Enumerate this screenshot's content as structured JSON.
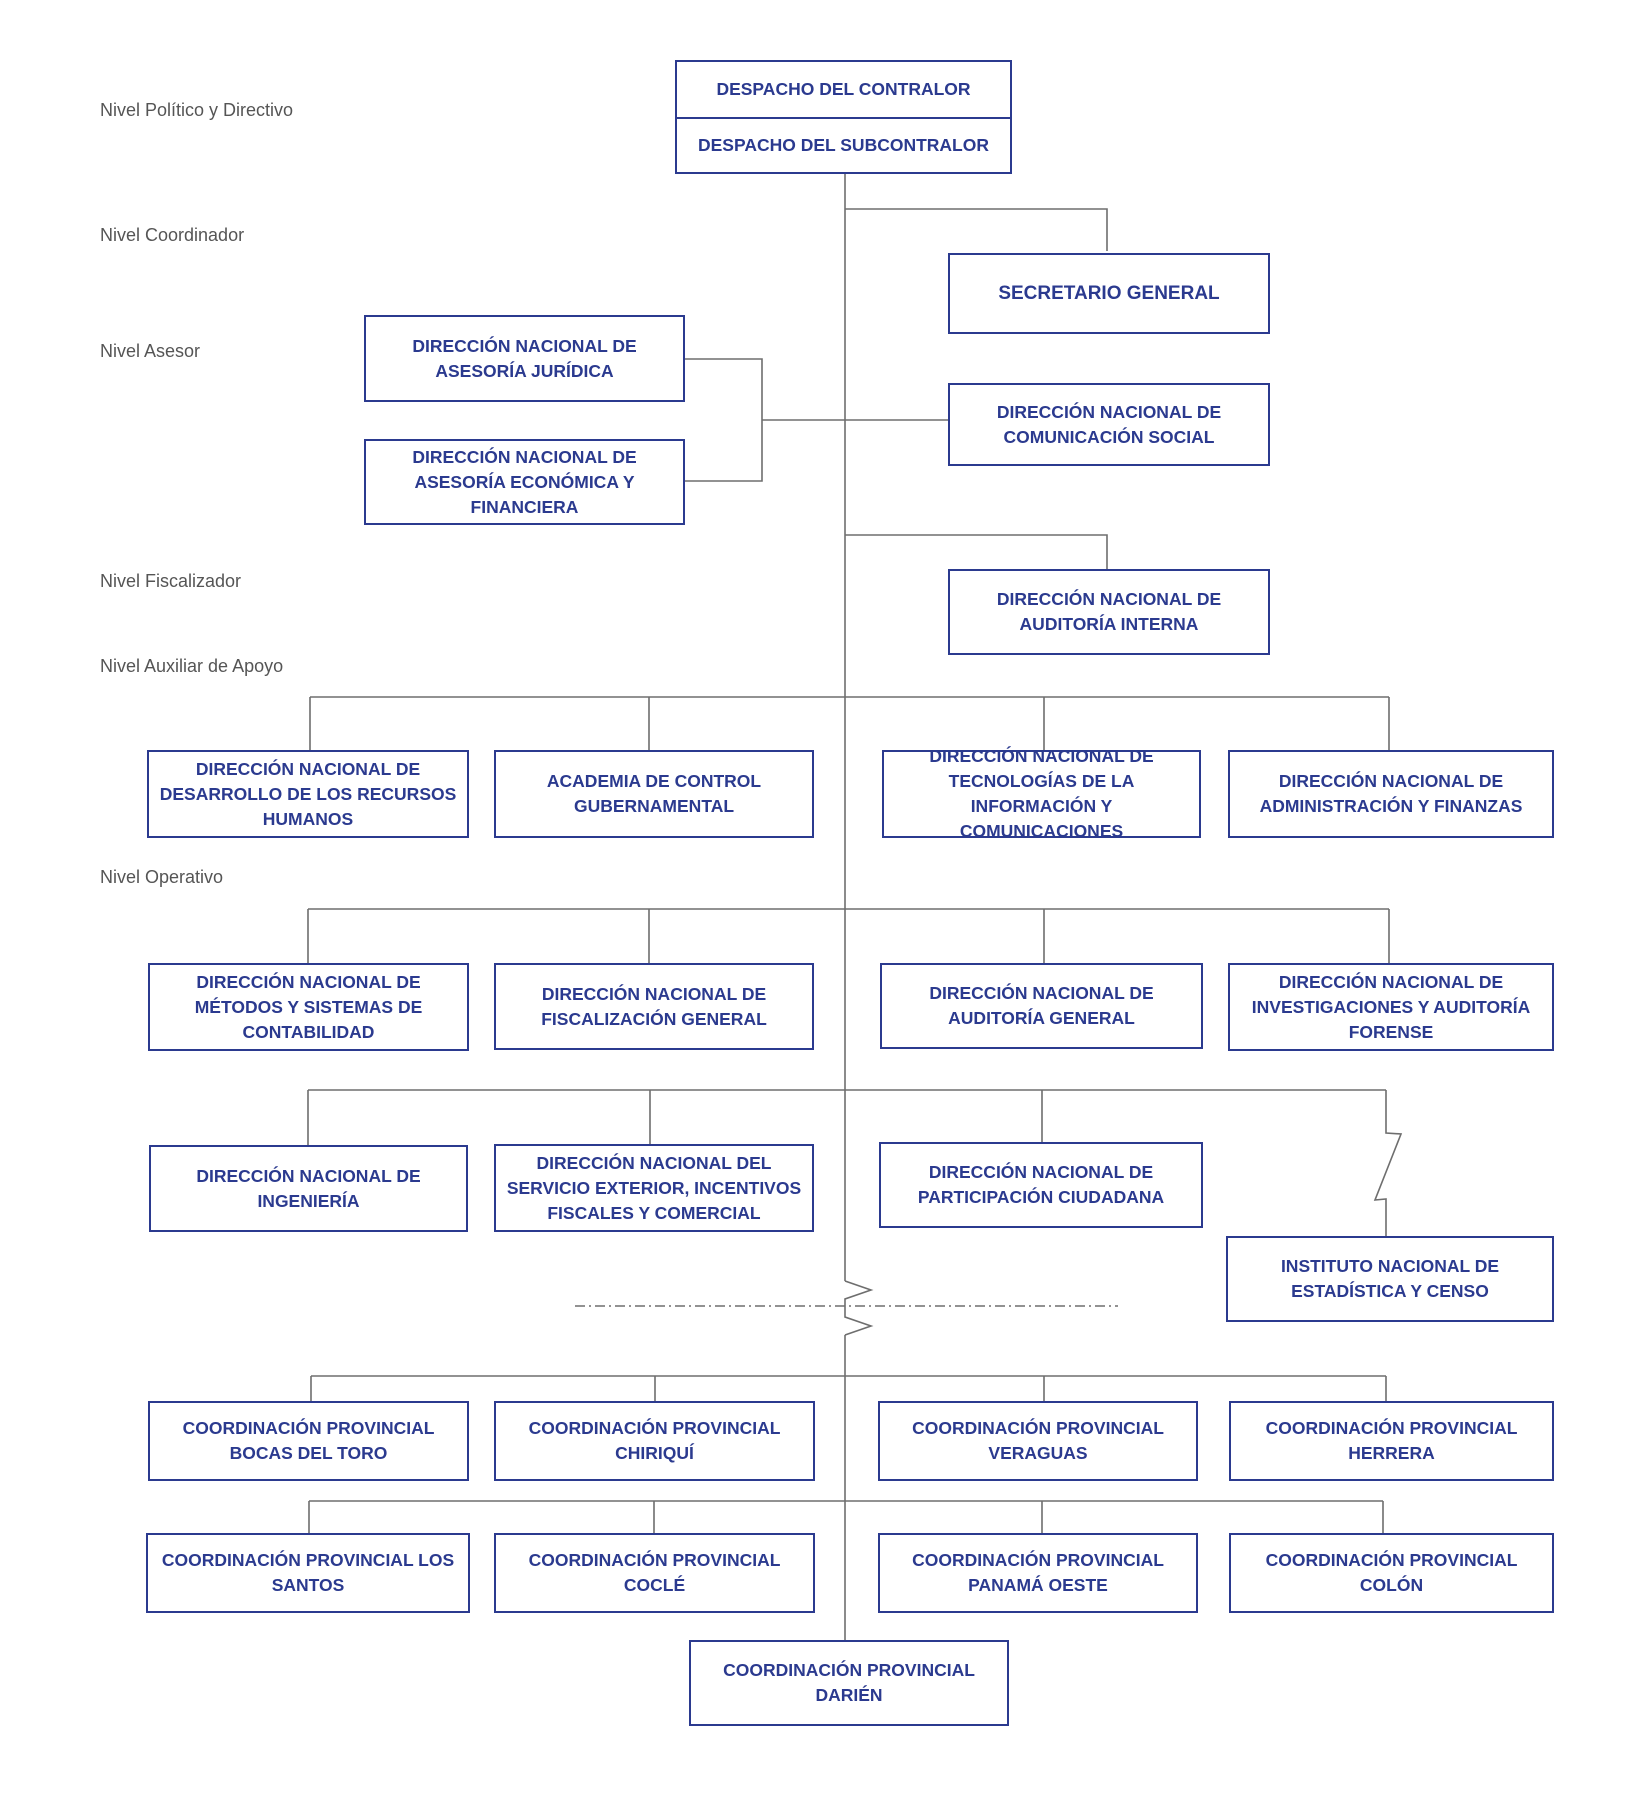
{
  "colors": {
    "box_border": "#2b3a8f",
    "box_text": "#2b3a8f",
    "connector": "#6e6e6e",
    "level_label": "#555555"
  },
  "levels": {
    "politico": "Nivel Político y Directivo",
    "coordinador": "Nivel Coordinador",
    "asesor": "Nivel Asesor",
    "fiscalizador": "Nivel Fiscalizador",
    "auxiliar": "Nivel Auxiliar de Apoyo",
    "operativo": "Nivel Operativo"
  },
  "nodes": {
    "contralor": "DESPACHO DEL CONTRALOR",
    "subcontralor": "DESPACHO DEL SUBCONTRALOR",
    "secretario": "SECRETARIO GENERAL",
    "asesoria_juridica": "DIRECCIÓN NACIONAL DE ASESORÍA JURÍDICA",
    "asesoria_economica": "DIRECCIÓN NACIONAL DE ASESORÍA ECONÓMICA Y FINANCIERA",
    "comunicacion": "DIRECCIÓN NACIONAL DE COMUNICACIÓN SOCIAL",
    "auditoria_interna": "DIRECCIÓN NACIONAL DE AUDITORÍA INTERNA",
    "rrhh": "DIRECCIÓN NACIONAL DE DESARROLLO DE LOS RECURSOS HUMANOS",
    "academia": "ACADEMIA DE CONTROL GUBERNAMENTAL",
    "tic": "DIRECCIÓN NACIONAL DE TECNOLOGÍAS DE LA INFORMACIÓN Y COMUNICACIONES",
    "admin_finanzas": "DIRECCIÓN NACIONAL DE ADMINISTRACIÓN Y FINANZAS",
    "metodos": "DIRECCIÓN NACIONAL DE MÉTODOS Y SISTEMAS DE CONTABILIDAD",
    "fiscalizacion": "DIRECCIÓN NACIONAL DE FISCALIZACIÓN GENERAL",
    "auditoria_general": "DIRECCIÓN NACIONAL DE AUDITORÍA GENERAL",
    "investigaciones": "DIRECCIÓN NACIONAL DE INVESTIGACIONES Y AUDITORÍA FORENSE",
    "ingenieria": "DIRECCIÓN NACIONAL DE INGENIERÍA",
    "servicio_exterior": "DIRECCIÓN NACIONAL DEL SERVICIO EXTERIOR, INCENTIVOS FISCALES Y COMERCIAL",
    "participacion": "DIRECCIÓN NACIONAL DE PARTICIPACIÓN CIUDADANA",
    "inec": "INSTITUTO NACIONAL DE ESTADÍSTICA Y CENSO",
    "bocas": "COORDINACIÓN PROVINCIAL BOCAS DEL TORO",
    "chiriqui": "COORDINACIÓN PROVINCIAL CHIRIQUÍ",
    "veraguas": "COORDINACIÓN PROVINCIAL VERAGUAS",
    "herrera": "COORDINACIÓN PROVINCIAL HERRERA",
    "los_santos": "COORDINACIÓN PROVINCIAL LOS SANTOS",
    "cocle": "COORDINACIÓN PROVINCIAL COCLÉ",
    "panama_oeste": "COORDINACIÓN PROVINCIAL PANAMÁ OESTE",
    "colon": "COORDINACIÓN PROVINCIAL COLÓN",
    "darien": "COORDINACIÓN PROVINCIAL DARIÉN"
  }
}
